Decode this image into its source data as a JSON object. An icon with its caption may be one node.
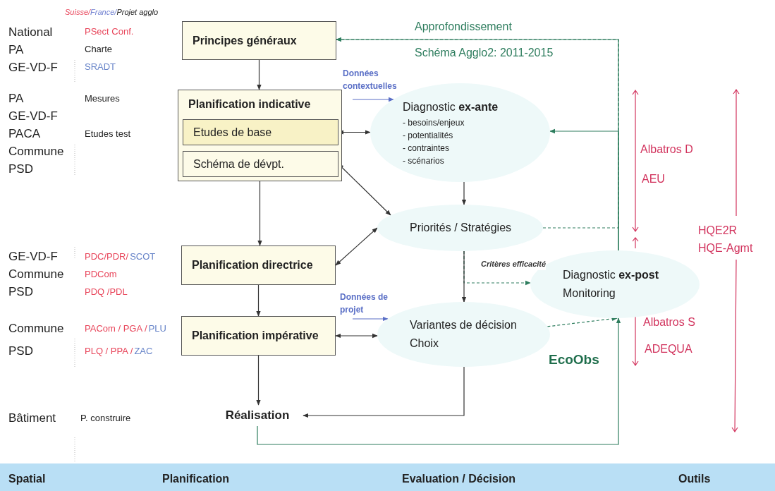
{
  "diagram": {
    "nodes": [
      {
        "text": [
          "Principes généraux"
        ]
      },
      {
        "text": [
          "Planification indicative"
        ]
      },
      {
        "text": [
          "Etudes de base"
        ],
        "in": 1
      },
      {
        "text": [
          "Schéma de dévpt."
        ],
        "in": 1
      },
      {
        "text": [
          "Planification directrice"
        ]
      },
      {
        "text": [
          "Planification impérative"
        ]
      },
      {
        "text": [
          "Réalisation"
        ]
      },
      {
        "text": [
          "Diagnostic **ex-ante**",
          "- besoins/enjeux",
          "- potentialités",
          "- contraintes",
          "- scénarios"
        ]
      },
      {
        "text": [
          "Priorités / Stratégies"
        ]
      },
      {
        "text": [
          "Diagnostic **ex-post**",
          "Monitoring"
        ]
      },
      {
        "text": [
          "Variantes de décision",
          "Choix"
        ]
      },
      {
        "text": [
          "Spatial",
          "Planification",
          "Evaluation / Décision",
          "Outils"
        ]
      }
    ],
    "edges": [
      {
        "from": 0,
        "to": 1,
        "arrow": "to"
      },
      {
        "from": 1,
        "to": 4,
        "arrow": "to"
      },
      {
        "from": 4,
        "to": 5,
        "arrow": "to"
      },
      {
        "from": 5,
        "to": 6,
        "arrow": "to"
      },
      {
        "from": 2,
        "to": 7,
        "arrow": "both"
      },
      {
        "from": 3,
        "to": 8,
        "arrow": "both"
      },
      {
        "from": 4,
        "to": 8,
        "arrow": "both"
      },
      {
        "from": 5,
        "to": 10,
        "arrow": "both"
      },
      {
        "from": 7,
        "to": 8,
        "arrow": "to"
      },
      {
        "from": 8,
        "to": 10,
        "arrow": "to"
      },
      {
        "from": 8,
        "to": 9,
        "arrow": "to",
        "label": "Critères efficacité",
        "style": "dashed",
        "color": "#2e7d5e"
      },
      {
        "from": 10,
        "to": 9,
        "arrow": "to",
        "style": "dashed",
        "color": "#2e7d5e"
      },
      {
        "from": 10,
        "to": 6,
        "arrow": "to"
      },
      {
        "from": 6,
        "to": 9,
        "arrow": "to",
        "color": "#2e7d5e"
      },
      {
        "from": 9,
        "to": 0,
        "arrow": "to",
        "label": "Approfondissement",
        "color": "#2e7d5e"
      },
      {
        "from": 9,
        "to": 7,
        "arrow": "to",
        "color": "#2e7d5e"
      },
      {
        "from": 8,
        "to": 0,
        "arrow": "to",
        "style": "dashed",
        "color": "#2e7d5e"
      },
      {
        "from": null,
        "to": 7,
        "arrow": "to",
        "label": "Données contextuelles",
        "color": "#5a6fc6"
      },
      {
        "from": null,
        "to": 10,
        "arrow": "to",
        "label": "Données de projet",
        "color": "#5a6fc6"
      }
    ],
    "labels": [
      "Suisse/",
      "France/",
      "Projet agglo",
      "National",
      "PSect Conf.",
      "PA",
      "Charte",
      "GE-VD-F",
      "SRADT",
      "PA",
      "Mesures",
      "GE-VD-F",
      "PACA",
      "Etudes test",
      "Commune",
      "PSD",
      "GE-VD-F",
      "PDC/PDR/",
      "SCOT",
      "Commune",
      "PDCom",
      "PSD",
      "PDQ /PDL",
      "Commune",
      "PACom / PGA /",
      "PLU",
      "PSD",
      "PLQ / PPA /",
      "ZAC",
      "Bâtiment",
      "P. construire",
      "Schéma Agglo2: 2011-2015",
      "Albatros D",
      "AEU",
      "HQE2R",
      "HQE-Agmt",
      "Albatros S",
      "ADEQUA",
      "EcoObs"
    ]
  }
}
